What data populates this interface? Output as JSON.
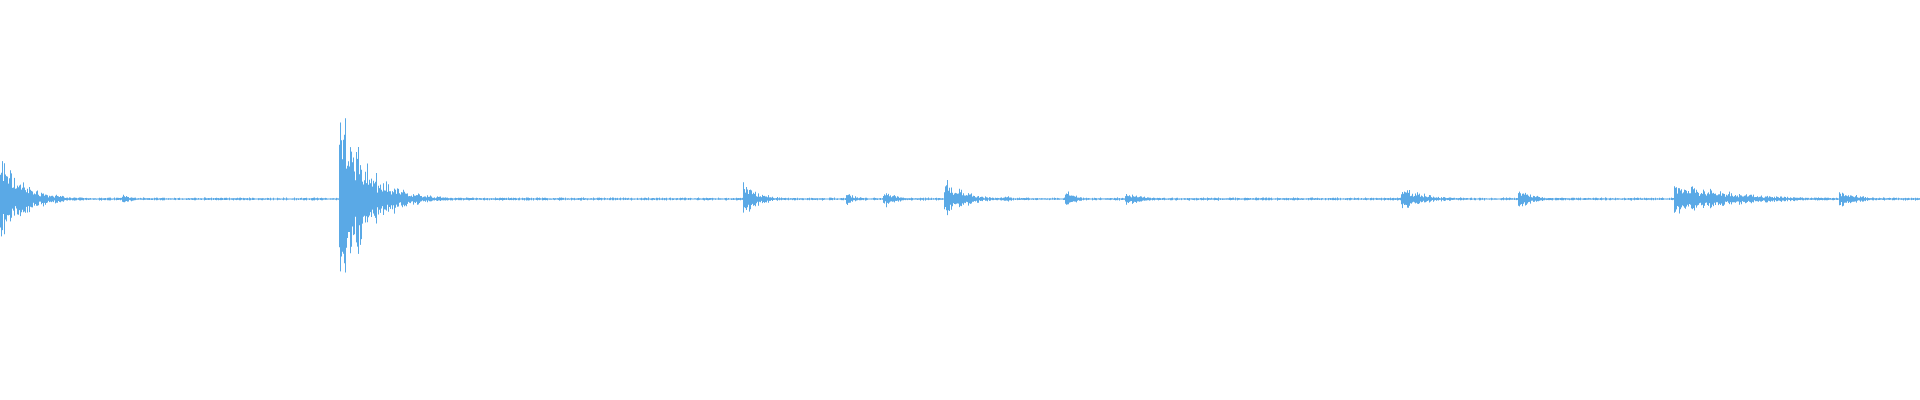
{
  "waveform": {
    "color": "#5aa9e6",
    "background": "#ffffff",
    "baseline_amplitude": 0.006,
    "bursts": [
      {
        "position": 0.0,
        "peak": 0.26,
        "decay": 0.012
      },
      {
        "position": 0.065,
        "peak": 0.03,
        "decay": 0.004
      },
      {
        "position": 0.178,
        "peak": 0.52,
        "decay": 0.014
      },
      {
        "position": 0.388,
        "peak": 0.09,
        "decay": 0.008
      },
      {
        "position": 0.442,
        "peak": 0.03,
        "decay": 0.005
      },
      {
        "position": 0.461,
        "peak": 0.05,
        "decay": 0.006
      },
      {
        "position": 0.493,
        "peak": 0.11,
        "decay": 0.01
      },
      {
        "position": 0.524,
        "peak": 0.02,
        "decay": 0.004
      },
      {
        "position": 0.556,
        "peak": 0.05,
        "decay": 0.005
      },
      {
        "position": 0.587,
        "peak": 0.04,
        "decay": 0.01
      },
      {
        "position": 0.731,
        "peak": 0.07,
        "decay": 0.012
      },
      {
        "position": 0.792,
        "peak": 0.05,
        "decay": 0.008
      },
      {
        "position": 0.873,
        "peak": 0.1,
        "decay": 0.03
      },
      {
        "position": 0.959,
        "peak": 0.05,
        "decay": 0.01
      }
    ]
  }
}
